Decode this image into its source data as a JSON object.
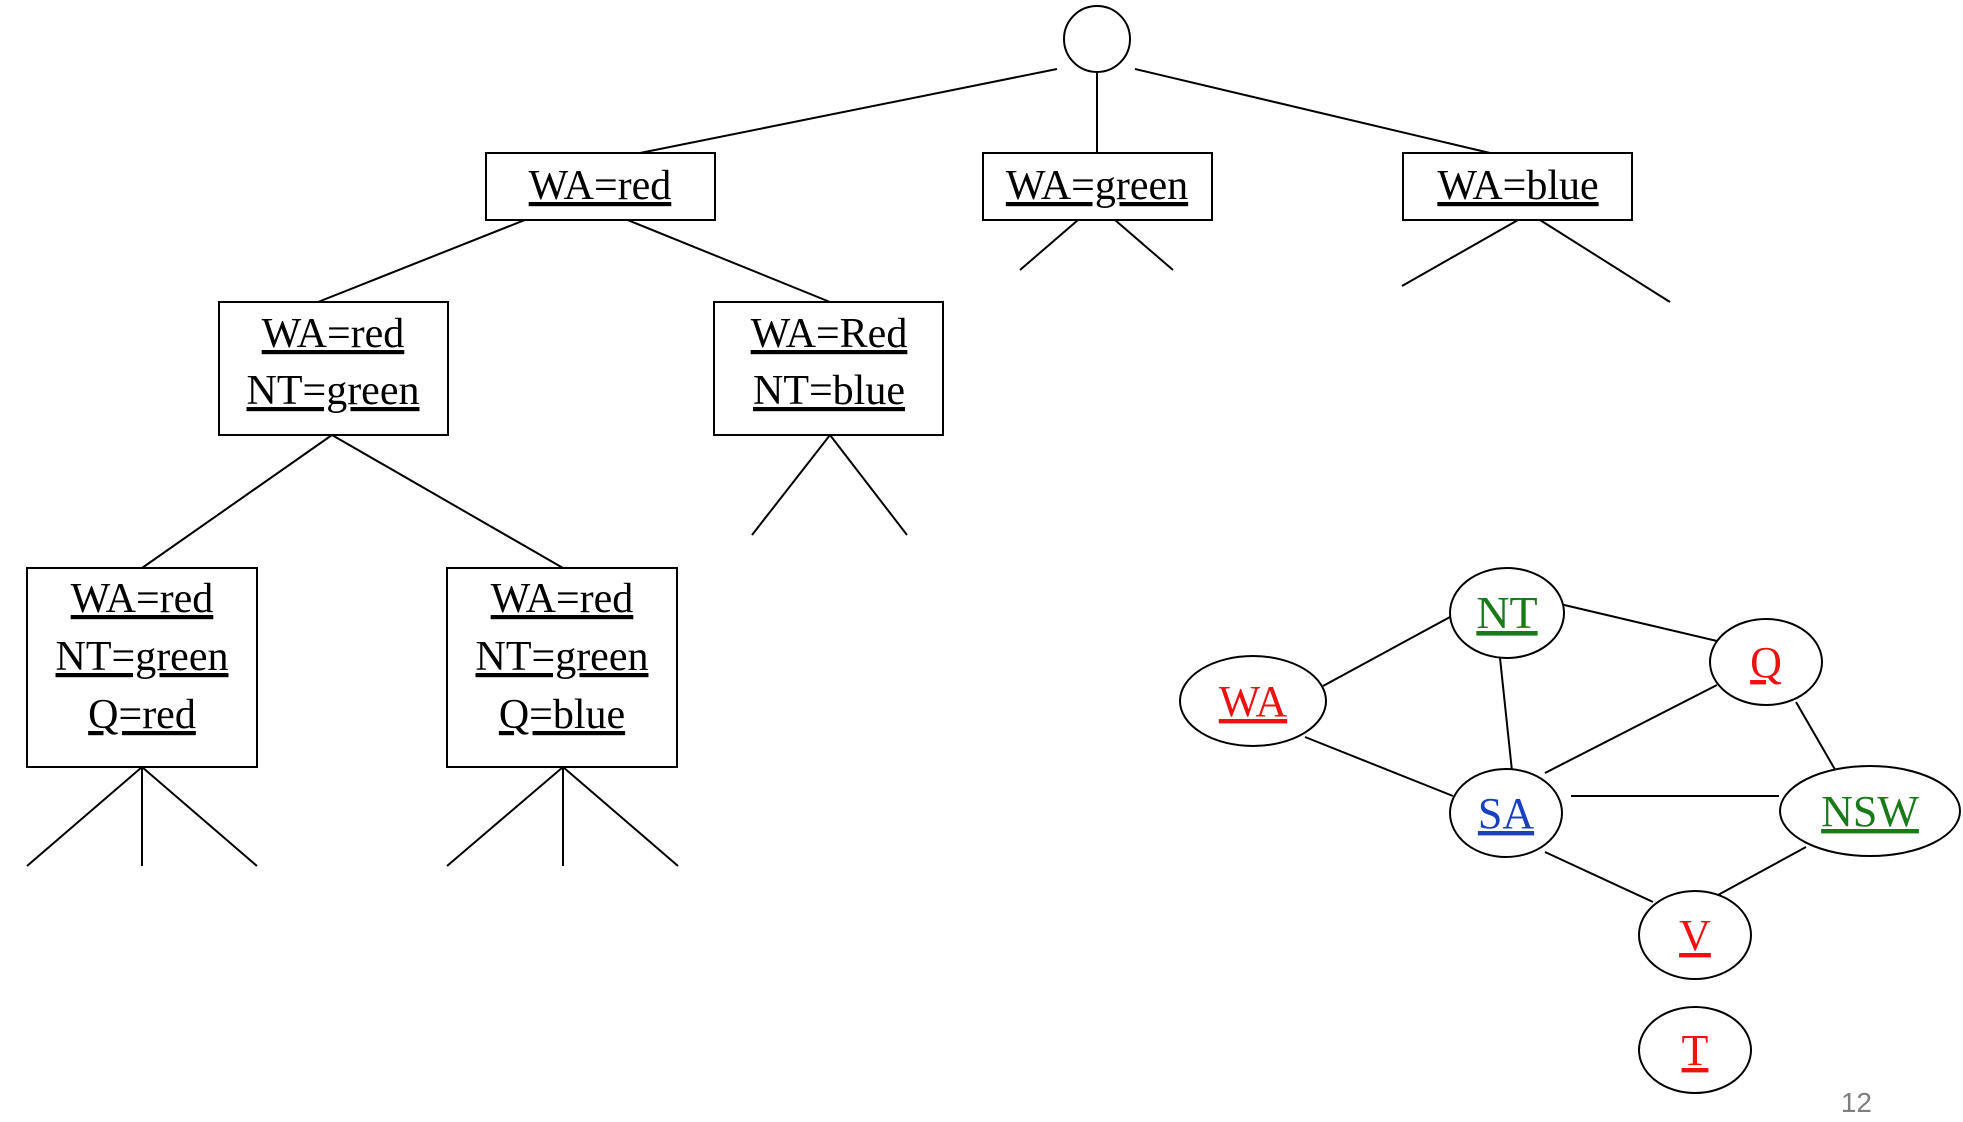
{
  "search_tree": {
    "level1": [
      {
        "lines": [
          "WA=red"
        ]
      },
      {
        "lines": [
          "WA=green"
        ]
      },
      {
        "lines": [
          "WA=blue"
        ]
      }
    ],
    "level2": [
      {
        "lines": [
          "WA=red",
          "NT=green"
        ]
      },
      {
        "lines": [
          "WA=Red",
          "NT=blue"
        ]
      }
    ],
    "level3": [
      {
        "lines": [
          "WA=red",
          "NT=green",
          "Q=red"
        ]
      },
      {
        "lines": [
          "WA=red",
          "NT=green",
          "Q=blue"
        ]
      }
    ]
  },
  "map_graph": {
    "nodes": {
      "nt": {
        "label": "NT",
        "color": "#1a7a1a"
      },
      "wa": {
        "label": "WA",
        "color": "#ee1111"
      },
      "q": {
        "label": "Q",
        "color": "#ee1111"
      },
      "sa": {
        "label": "SA",
        "color": "#1a3fbf"
      },
      "nsw": {
        "label": "NSW",
        "color": "#1a7a1a"
      },
      "v": {
        "label": "V",
        "color": "#ee1111"
      },
      "t": {
        "label": "T",
        "color": "#ee1111"
      }
    }
  },
  "page_number": "12"
}
